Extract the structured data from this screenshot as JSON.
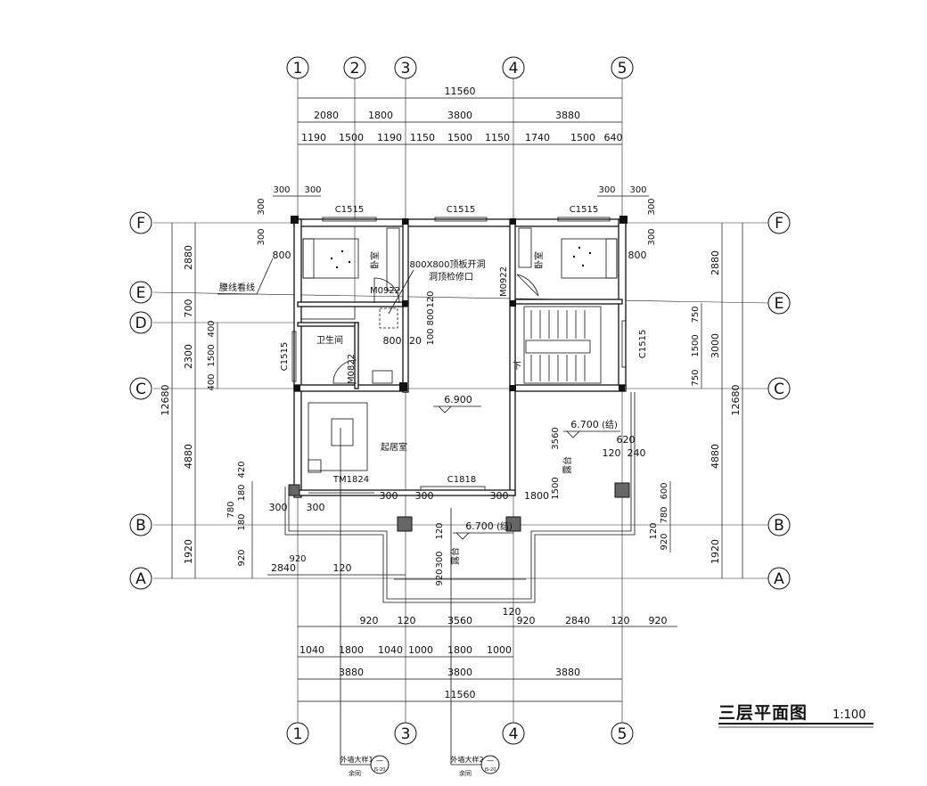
{
  "title": {
    "main": "三层平面图",
    "scale": "1:100"
  },
  "axes": {
    "top": [
      "1",
      "2",
      "3",
      "4",
      "5"
    ],
    "bottom": [
      "1",
      "3",
      "4",
      "5"
    ],
    "left": [
      "F",
      "E",
      "D",
      "C",
      "B",
      "A"
    ],
    "right": [
      "F",
      "E",
      "C",
      "B",
      "A"
    ]
  },
  "dims": {
    "top_total": "11560",
    "top_row2": [
      "2080",
      "1800",
      "3800",
      "3880"
    ],
    "top_row3": [
      "1190",
      "1500",
      "1190",
      "1150",
      "1500",
      "1150",
      "1740",
      "1500",
      "640"
    ],
    "bottom_row1": [
      "920",
      "120",
      "3560",
      "120",
      "920",
      "2840",
      "120",
      "920"
    ],
    "bottom_row2": [
      "1040",
      "1800",
      "1040",
      "1000",
      "1800",
      "1000"
    ],
    "bottom_row3": [
      "3880",
      "3800",
      "3880"
    ],
    "bottom_total": "11560",
    "left_outer": "12680",
    "left_mid": [
      "2880",
      "700",
      "2300",
      "4880",
      "1920"
    ],
    "left_inner": [
      "400",
      "1500",
      "400"
    ],
    "left_bottom": [
      "420",
      "180",
      "780",
      "180",
      "920"
    ],
    "right_outer": "12680",
    "right_mid": [
      "2880",
      "3000",
      "4880",
      "1920"
    ],
    "right_inner": [
      "750",
      "1500",
      "750"
    ],
    "right_bottom": [
      "600",
      "780",
      "120",
      "920"
    ],
    "misc": [
      "300",
      "300",
      "300",
      "300",
      "300",
      "300",
      "300",
      "300",
      "800",
      "800",
      "120",
      "800",
      "100",
      "800",
      "20",
      "300",
      "300",
      "300",
      "300",
      "300",
      "1800",
      "120",
      "620",
      "240",
      "1500",
      "300",
      "120",
      "920",
      "2840",
      "120",
      "920"
    ]
  },
  "windows": [
    "C1515",
    "C1515",
    "C1515",
    "C1515",
    "C1515",
    "C1818"
  ],
  "doors": [
    "M0922",
    "M0922",
    "M0822",
    "TM1824"
  ],
  "rooms": {
    "bed_left": "卧室",
    "bed_right": "卧室",
    "bath": "卫生间",
    "living": "起居室",
    "terrace1": "露台",
    "terrace2": "露台"
  },
  "notes": {
    "hatch_note1": "800X800顶板开洞",
    "hatch_note2": "洞顶检修口",
    "molding": "腰线看线",
    "down": "下",
    "elev_floor": "6.900",
    "elev_terrace1": "6.700",
    "elev_terrace1_tag": "(结)",
    "elev_terrace2": "6.700",
    "elev_terrace2_tag": "(结)"
  },
  "details": [
    {
      "label": "外墙大样1",
      "sub": "余同",
      "num": "—",
      "ref": "JS-20"
    },
    {
      "label": "外墙大样2",
      "sub": "余同",
      "num": "—",
      "ref": "JS-20"
    }
  ]
}
